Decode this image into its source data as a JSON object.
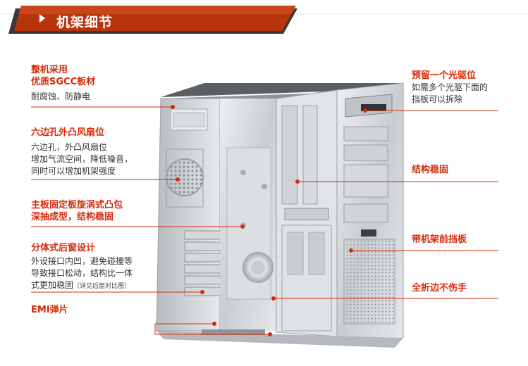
{
  "header": {
    "title": "机架细节"
  },
  "colors": {
    "accent": "#d62a0a",
    "banner": "#b8340d",
    "banner_shadow": "#3a3a3a",
    "text": "#333333"
  },
  "left_callouts": [
    {
      "title_lines": [
        "整机采用",
        "优质SGCC板材"
      ],
      "body_lines": [
        "耐腐蚀、防静电"
      ]
    },
    {
      "title_lines": [
        "六边孔外凸风扇位"
      ],
      "body_lines": [
        "六边孔，外凸风扇位",
        "增加气流空间，降低噪音，",
        "同时可以增加机架强度"
      ]
    },
    {
      "title_lines": [
        "主板固定板旋涡式凸包",
        "深抽成型，结构稳固"
      ],
      "body_lines": []
    },
    {
      "title_lines": [
        "分体式后窗设计"
      ],
      "body_lines": [
        "外设接口内凹，避免碰撞等",
        "导致接口松动，结构比一体",
        "式更加稳固"
      ],
      "note": "（详见后窗对比图）"
    },
    {
      "title_lines": [
        "EMI弹片"
      ],
      "body_lines": []
    }
  ],
  "right_callouts": [
    {
      "title_lines": [
        "预留一个光驱位"
      ],
      "body_lines": [
        "如需多个光驱下面的",
        "挡板可以拆除"
      ]
    },
    {
      "title_lines": [
        "结构稳固"
      ],
      "body_lines": []
    },
    {
      "title_lines": [
        "带机架前挡板"
      ],
      "body_lines": []
    },
    {
      "title_lines": [
        "全折边不伤手"
      ],
      "body_lines": []
    }
  ]
}
